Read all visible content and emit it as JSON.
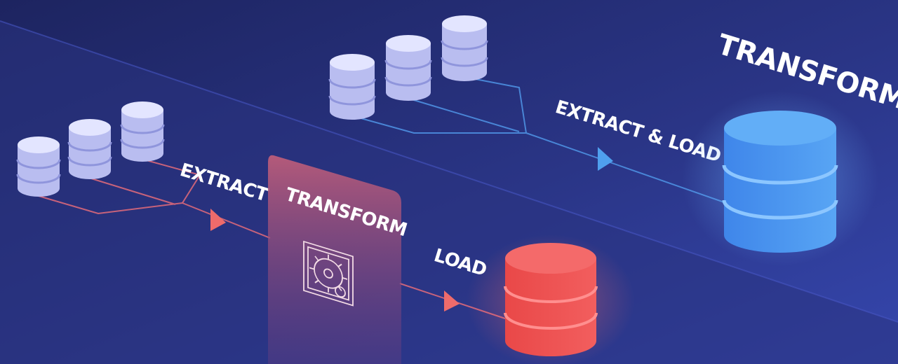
{
  "labels": {
    "elt_extract": "EXTRACT",
    "elt_transform": "TRANSFORM",
    "elt_load": "LOAD",
    "elt_extract_load": "EXTRACT & LOAD",
    "elt_transform_top": "TRANSFORM"
  },
  "colors": {
    "background_top": "#1f2766",
    "background_bottom": "#3344a8",
    "source_db": "#c9ccf5",
    "etl_accent": "#ee6b6b",
    "elt_accent": "#4fa0ee",
    "transform_panel": "#b85878",
    "warehouse_red": "#f05454",
    "warehouse_blue": "#3f8ff0"
  },
  "icons": {
    "source_db": "database-icon",
    "transform": "gear-icon"
  }
}
